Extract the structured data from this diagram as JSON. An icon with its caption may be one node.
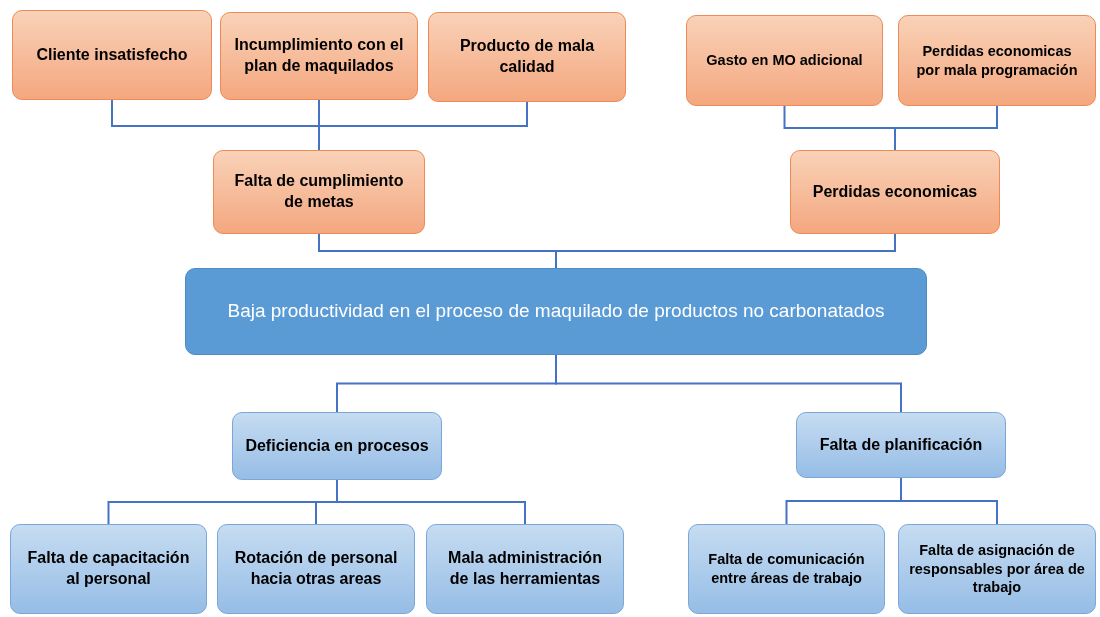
{
  "diagram": {
    "nodes": [
      {
        "text": [
          "Cliente insatisfecho"
        ]
      },
      {
        "text": [
          "Incumplimiento con el plan de maquilados"
        ]
      },
      {
        "text": [
          "Producto de mala calidad"
        ]
      },
      {
        "text": [
          "Gasto en MO adicional"
        ]
      },
      {
        "text": [
          "Perdidas economicas por mala programación"
        ]
      },
      {
        "text": [
          "Falta de cumplimiento de metas"
        ]
      },
      {
        "text": [
          "Perdidas economicas"
        ]
      },
      {
        "text": [
          "Baja productividad en el proceso de maquilado de productos no carbonatados"
        ]
      },
      {
        "text": [
          "Deficiencia en procesos"
        ]
      },
      {
        "text": [
          "Falta de planificación"
        ]
      },
      {
        "text": [
          "Falta de capacitación al personal"
        ]
      },
      {
        "text": [
          "Rotación de personal hacia otras areas"
        ]
      },
      {
        "text": [
          "Mala administración de las herramientas"
        ]
      },
      {
        "text": [
          "Falta de comunicación entre áreas de trabajo"
        ]
      },
      {
        "text": [
          "Falta de asignación de responsables por área de trabajo"
        ]
      }
    ],
    "edges": [
      {
        "from": 0,
        "to": 5,
        "arrow": "none"
      },
      {
        "from": 1,
        "to": 5,
        "arrow": "none"
      },
      {
        "from": 2,
        "to": 5,
        "arrow": "none"
      },
      {
        "from": 3,
        "to": 6,
        "arrow": "none"
      },
      {
        "from": 4,
        "to": 6,
        "arrow": "none"
      },
      {
        "from": 5,
        "to": 7,
        "arrow": "none"
      },
      {
        "from": 6,
        "to": 7,
        "arrow": "none"
      },
      {
        "from": 7,
        "to": 8,
        "arrow": "none"
      },
      {
        "from": 7,
        "to": 9,
        "arrow": "none"
      },
      {
        "from": 8,
        "to": 10,
        "arrow": "none"
      },
      {
        "from": 8,
        "to": 11,
        "arrow": "none"
      },
      {
        "from": 8,
        "to": 12,
        "arrow": "none"
      },
      {
        "from": 9,
        "to": 13,
        "arrow": "none"
      },
      {
        "from": 9,
        "to": 14,
        "arrow": "none"
      }
    ]
  }
}
